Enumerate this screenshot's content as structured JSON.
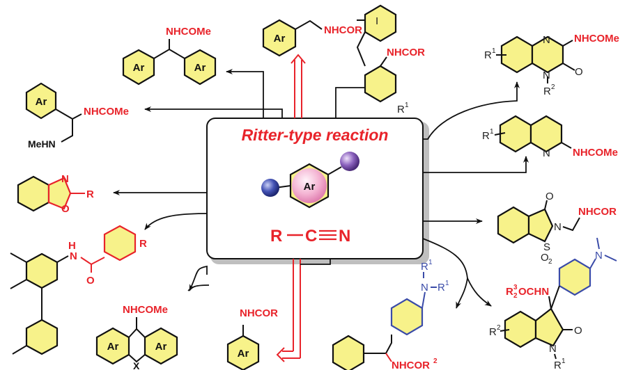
{
  "center": {
    "title": "Ritter-type reaction",
    "core_label": "Ar",
    "nitrile": {
      "r": "R",
      "c": "C",
      "n": "N"
    }
  },
  "products": {
    "diarylmethyl_amide": {
      "group": "NHCOMe",
      "ring1": "Ar",
      "ring2": "Ar"
    },
    "benzylic_amide": {
      "group": "NHCOR",
      "ring": "Ar"
    },
    "iodo_diaryl": {
      "halogen": "I",
      "group": "NHCOR",
      "sub": "R",
      "sub_sup": "1"
    },
    "quinoxalinone": {
      "r1": "R",
      "r1_sup": "1",
      "n_top": "N",
      "n_bot": "N",
      "r2": "R",
      "r2_sup": "2",
      "oxygen": "O",
      "group": "NHCOMe"
    },
    "diamine_amide": {
      "ring": "Ar",
      "group": "NHCOMe",
      "amine": "MeHN"
    },
    "quinoline": {
      "r1": "R",
      "r1_sup": "1",
      "n": "N",
      "group": "NHCOMe"
    },
    "benzoxazole": {
      "n": "N",
      "o": "O",
      "r": "R"
    },
    "saccharin": {
      "o": "O",
      "n": "N",
      "s": "S",
      "so2": "O",
      "so2_sub": "2",
      "group": "NHCOR"
    },
    "benzamide": {
      "nh_h": "H",
      "nh_n": "N",
      "o": "O",
      "r": "R"
    },
    "xanthene": {
      "group": "NHCOMe",
      "ring1": "Ar",
      "ring2": "Ar",
      "x": "X"
    },
    "anilide": {
      "group": "NHCOR",
      "ring": "Ar"
    },
    "aminophenyl_amide": {
      "r1a": "R",
      "r1a_sup": "1",
      "n": "N",
      "r1b": "R",
      "r1b_sup": "1",
      "group": "NHCOR",
      "group_sup": "2"
    },
    "oxindole": {
      "group_a": "R",
      "group_a_sub": "2",
      "group_a_sup": "3",
      "group_b": "OCHN",
      "r2": "R",
      "r2_sup": "2",
      "o": "O",
      "n": "N",
      "r1": "R",
      "r1_sup": "1",
      "nme2": "N"
    }
  },
  "colors": {
    "accent_red": "#e8232a",
    "ring_fill": "#f7f28a",
    "amine_blue": "#3a4ba8",
    "ball_blue": "#3b4aa6",
    "ball_purple": "#7d55b0",
    "core_pink": "#f2a8cc"
  }
}
